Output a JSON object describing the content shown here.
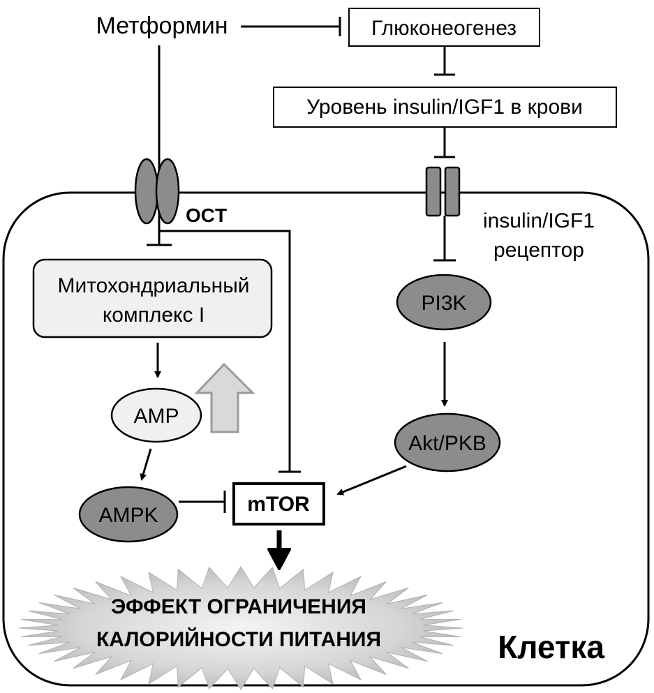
{
  "drug": "Метформин",
  "gluconeogenesis": "Глюконеогенез",
  "blood_level": "Уровень insulin/IGF1 в крови",
  "transporter": "OCT",
  "receptor": {
    "line1": "insulin/IGF1",
    "line2": "рецептор"
  },
  "mito_complex": {
    "line1": "Митохондриальный",
    "line2": "комплекс I"
  },
  "amp": "AMP",
  "ampk": "AMPK",
  "mtor": "mTOR",
  "pi3k": "PI3K",
  "akt": "Akt/PKB",
  "effect": {
    "line1": "ЭФФЕКТ ОГРАНИЧЕНИЯ",
    "line2": "КАЛОРИЙНОСТИ ПИТАНИЯ"
  },
  "cell_label": "Клетка",
  "colors": {
    "dark_node": "#8c8c8c",
    "light_node": "#f0f0f0",
    "up_arrow": "#d9d9d9",
    "burst": "#c8c8c8"
  }
}
